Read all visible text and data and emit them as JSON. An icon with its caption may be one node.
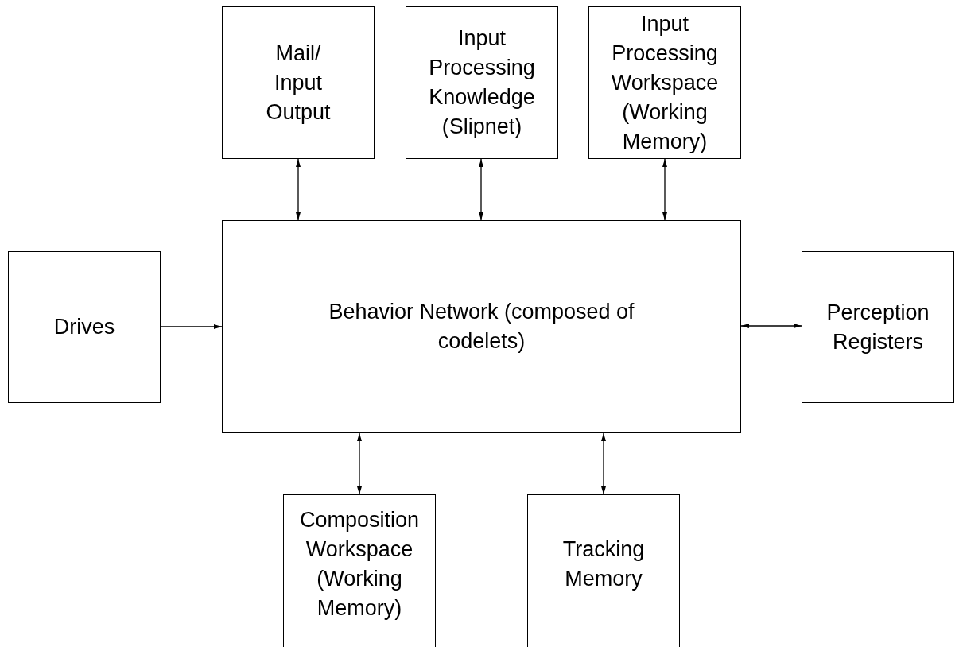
{
  "diagram": {
    "nodes": [
      {
        "text": [
          "Mail/ Input Output"
        ]
      },
      {
        "text": [
          "Input Processing Knowledge (Slipnet)"
        ]
      },
      {
        "text": [
          "Input Processing Workspace (Working Memory)"
        ]
      },
      {
        "text": [
          "Drives"
        ]
      },
      {
        "text": [
          "Behavior Network (composed of codelets)"
        ]
      },
      {
        "text": [
          "Perception Registers"
        ]
      },
      {
        "text": [
          "Composition Workspace (Working Memory)"
        ]
      },
      {
        "text": [
          "Tracking Memory"
        ]
      }
    ],
    "edges": [
      {
        "from": 0,
        "to": 4,
        "arrow": "both"
      },
      {
        "from": 1,
        "to": 4,
        "arrow": "both"
      },
      {
        "from": 2,
        "to": 4,
        "arrow": "both"
      },
      {
        "from": 3,
        "to": 4,
        "arrow": "to"
      },
      {
        "from": 4,
        "to": 5,
        "arrow": "both"
      },
      {
        "from": 4,
        "to": 6,
        "arrow": "both"
      },
      {
        "from": 4,
        "to": 7,
        "arrow": "both"
      }
    ]
  }
}
